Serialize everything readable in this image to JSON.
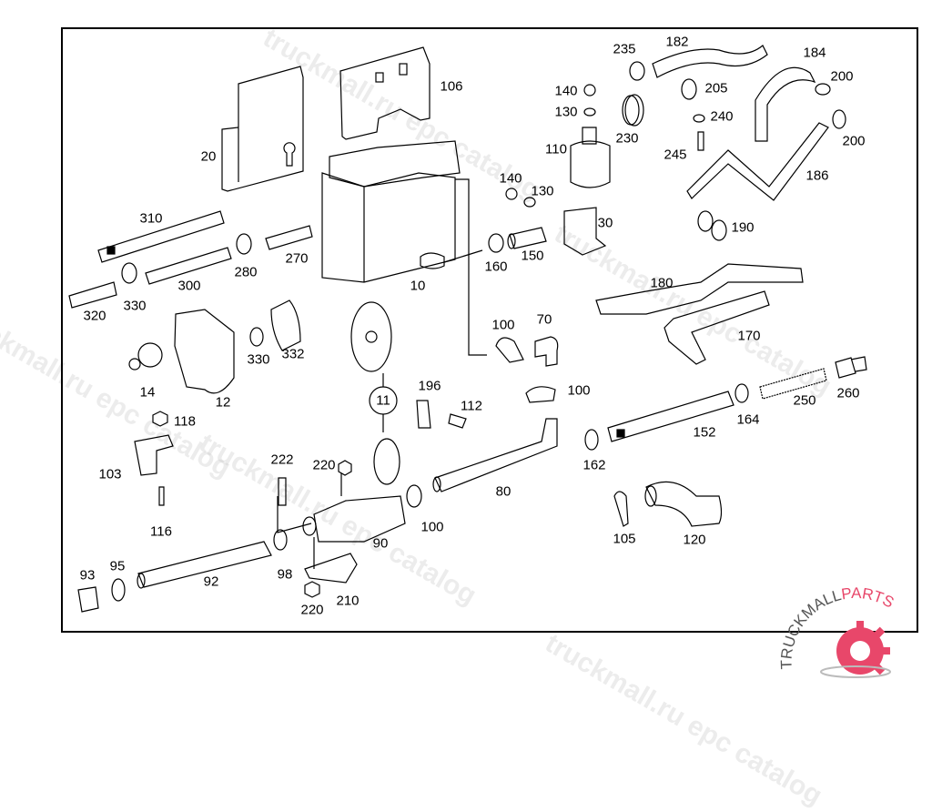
{
  "diagram": {
    "title": "Parts catalog exploded view - auxiliary heater assembly",
    "callouts": [
      {
        "id": "20",
        "label": "20"
      },
      {
        "id": "106",
        "label": "106"
      },
      {
        "id": "140a",
        "label": "140"
      },
      {
        "id": "130a",
        "label": "130"
      },
      {
        "id": "110",
        "label": "110"
      },
      {
        "id": "235",
        "label": "235"
      },
      {
        "id": "182",
        "label": "182"
      },
      {
        "id": "184",
        "label": "184"
      },
      {
        "id": "200a",
        "label": "200"
      },
      {
        "id": "205",
        "label": "205"
      },
      {
        "id": "240",
        "label": "240"
      },
      {
        "id": "230",
        "label": "230"
      },
      {
        "id": "245",
        "label": "245"
      },
      {
        "id": "200b",
        "label": "200"
      },
      {
        "id": "186",
        "label": "186"
      },
      {
        "id": "140b",
        "label": "140"
      },
      {
        "id": "130b",
        "label": "130"
      },
      {
        "id": "30",
        "label": "30"
      },
      {
        "id": "190",
        "label": "190"
      },
      {
        "id": "310",
        "label": "310"
      },
      {
        "id": "280",
        "label": "280"
      },
      {
        "id": "270",
        "label": "270"
      },
      {
        "id": "160",
        "label": "160"
      },
      {
        "id": "150",
        "label": "150"
      },
      {
        "id": "330a",
        "label": "330"
      },
      {
        "id": "300",
        "label": "300"
      },
      {
        "id": "10",
        "label": "10"
      },
      {
        "id": "320",
        "label": "320"
      },
      {
        "id": "180",
        "label": "180"
      },
      {
        "id": "100a",
        "label": "100"
      },
      {
        "id": "70",
        "label": "70"
      },
      {
        "id": "170",
        "label": "170"
      },
      {
        "id": "330b",
        "label": "330"
      },
      {
        "id": "332",
        "label": "332"
      },
      {
        "id": "14",
        "label": "14"
      },
      {
        "id": "12",
        "label": "12"
      },
      {
        "id": "11",
        "label": "11"
      },
      {
        "id": "196",
        "label": "196"
      },
      {
        "id": "112",
        "label": "112"
      },
      {
        "id": "100b",
        "label": "100"
      },
      {
        "id": "250",
        "label": "250"
      },
      {
        "id": "260",
        "label": "260"
      },
      {
        "id": "164",
        "label": "164"
      },
      {
        "id": "152",
        "label": "152"
      },
      {
        "id": "118",
        "label": "118"
      },
      {
        "id": "162",
        "label": "162"
      },
      {
        "id": "222",
        "label": "222"
      },
      {
        "id": "220a",
        "label": "220"
      },
      {
        "id": "103",
        "label": "103"
      },
      {
        "id": "80",
        "label": "80"
      },
      {
        "id": "116",
        "label": "116"
      },
      {
        "id": "100c",
        "label": "100"
      },
      {
        "id": "105",
        "label": "105"
      },
      {
        "id": "120",
        "label": "120"
      },
      {
        "id": "90",
        "label": "90"
      },
      {
        "id": "93",
        "label": "93"
      },
      {
        "id": "95",
        "label": "95"
      },
      {
        "id": "92",
        "label": "92"
      },
      {
        "id": "98",
        "label": "98"
      },
      {
        "id": "210",
        "label": "210"
      },
      {
        "id": "220b",
        "label": "220"
      }
    ]
  },
  "watermark": {
    "text": "truckmall.ru epc catalog",
    "color": "#c8c8c8"
  },
  "logo": {
    "text_dark": "TRUCKMALL",
    "text_accent": "PARTS",
    "accent_color": "#e8476a",
    "dark_color": "#555555"
  }
}
